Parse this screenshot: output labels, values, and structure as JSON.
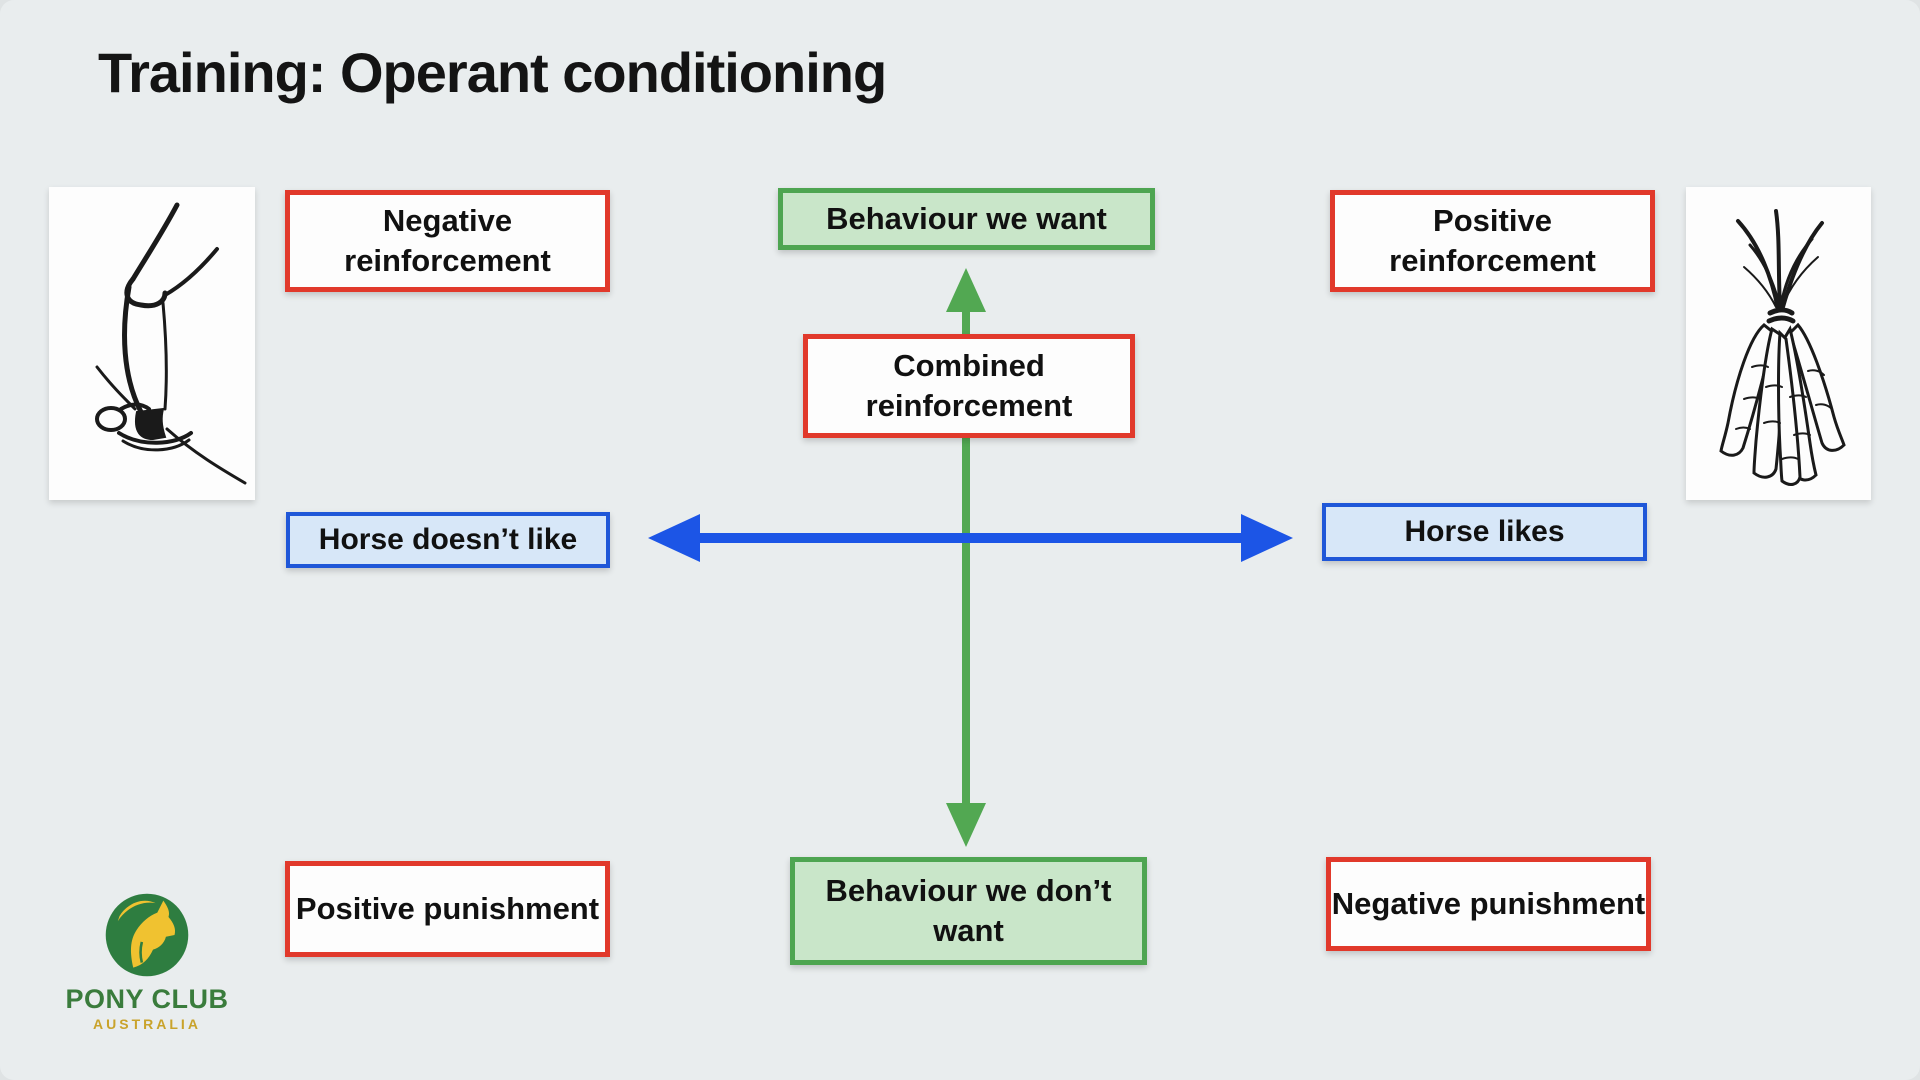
{
  "title": "Training: Operant conditioning",
  "matrix": {
    "top_left": "Negative reinforcement",
    "top_right": "Positive reinforcement",
    "bottom_left": "Positive punishment",
    "bottom_right": "Negative punishment",
    "center": "Combined reinforcement"
  },
  "axes": {
    "vertical_top": "Behaviour we want",
    "vertical_bottom": "Behaviour we don’t want",
    "horizontal_left": "Horse doesn’t like",
    "horizontal_right": "Horse likes"
  },
  "logo": {
    "org": "PONY CLUB",
    "region": "AUSTRALIA"
  },
  "illustrations": {
    "left": "rider-boot-with-spur-sketch",
    "right": "carrot-bunch-sketch"
  },
  "colors": {
    "background": "#e9edee",
    "red_outline": "#e1392b",
    "green_outline": "#4ea551",
    "green_fill": "#c9e6c9",
    "blue_outline": "#1f57d8",
    "blue_fill": "#d7e7f8",
    "green_arrow": "#52a852",
    "blue_arrow": "#1c55e6",
    "logo_green": "#2e7d40",
    "logo_yellow": "#f0c230",
    "text": "#141414"
  }
}
